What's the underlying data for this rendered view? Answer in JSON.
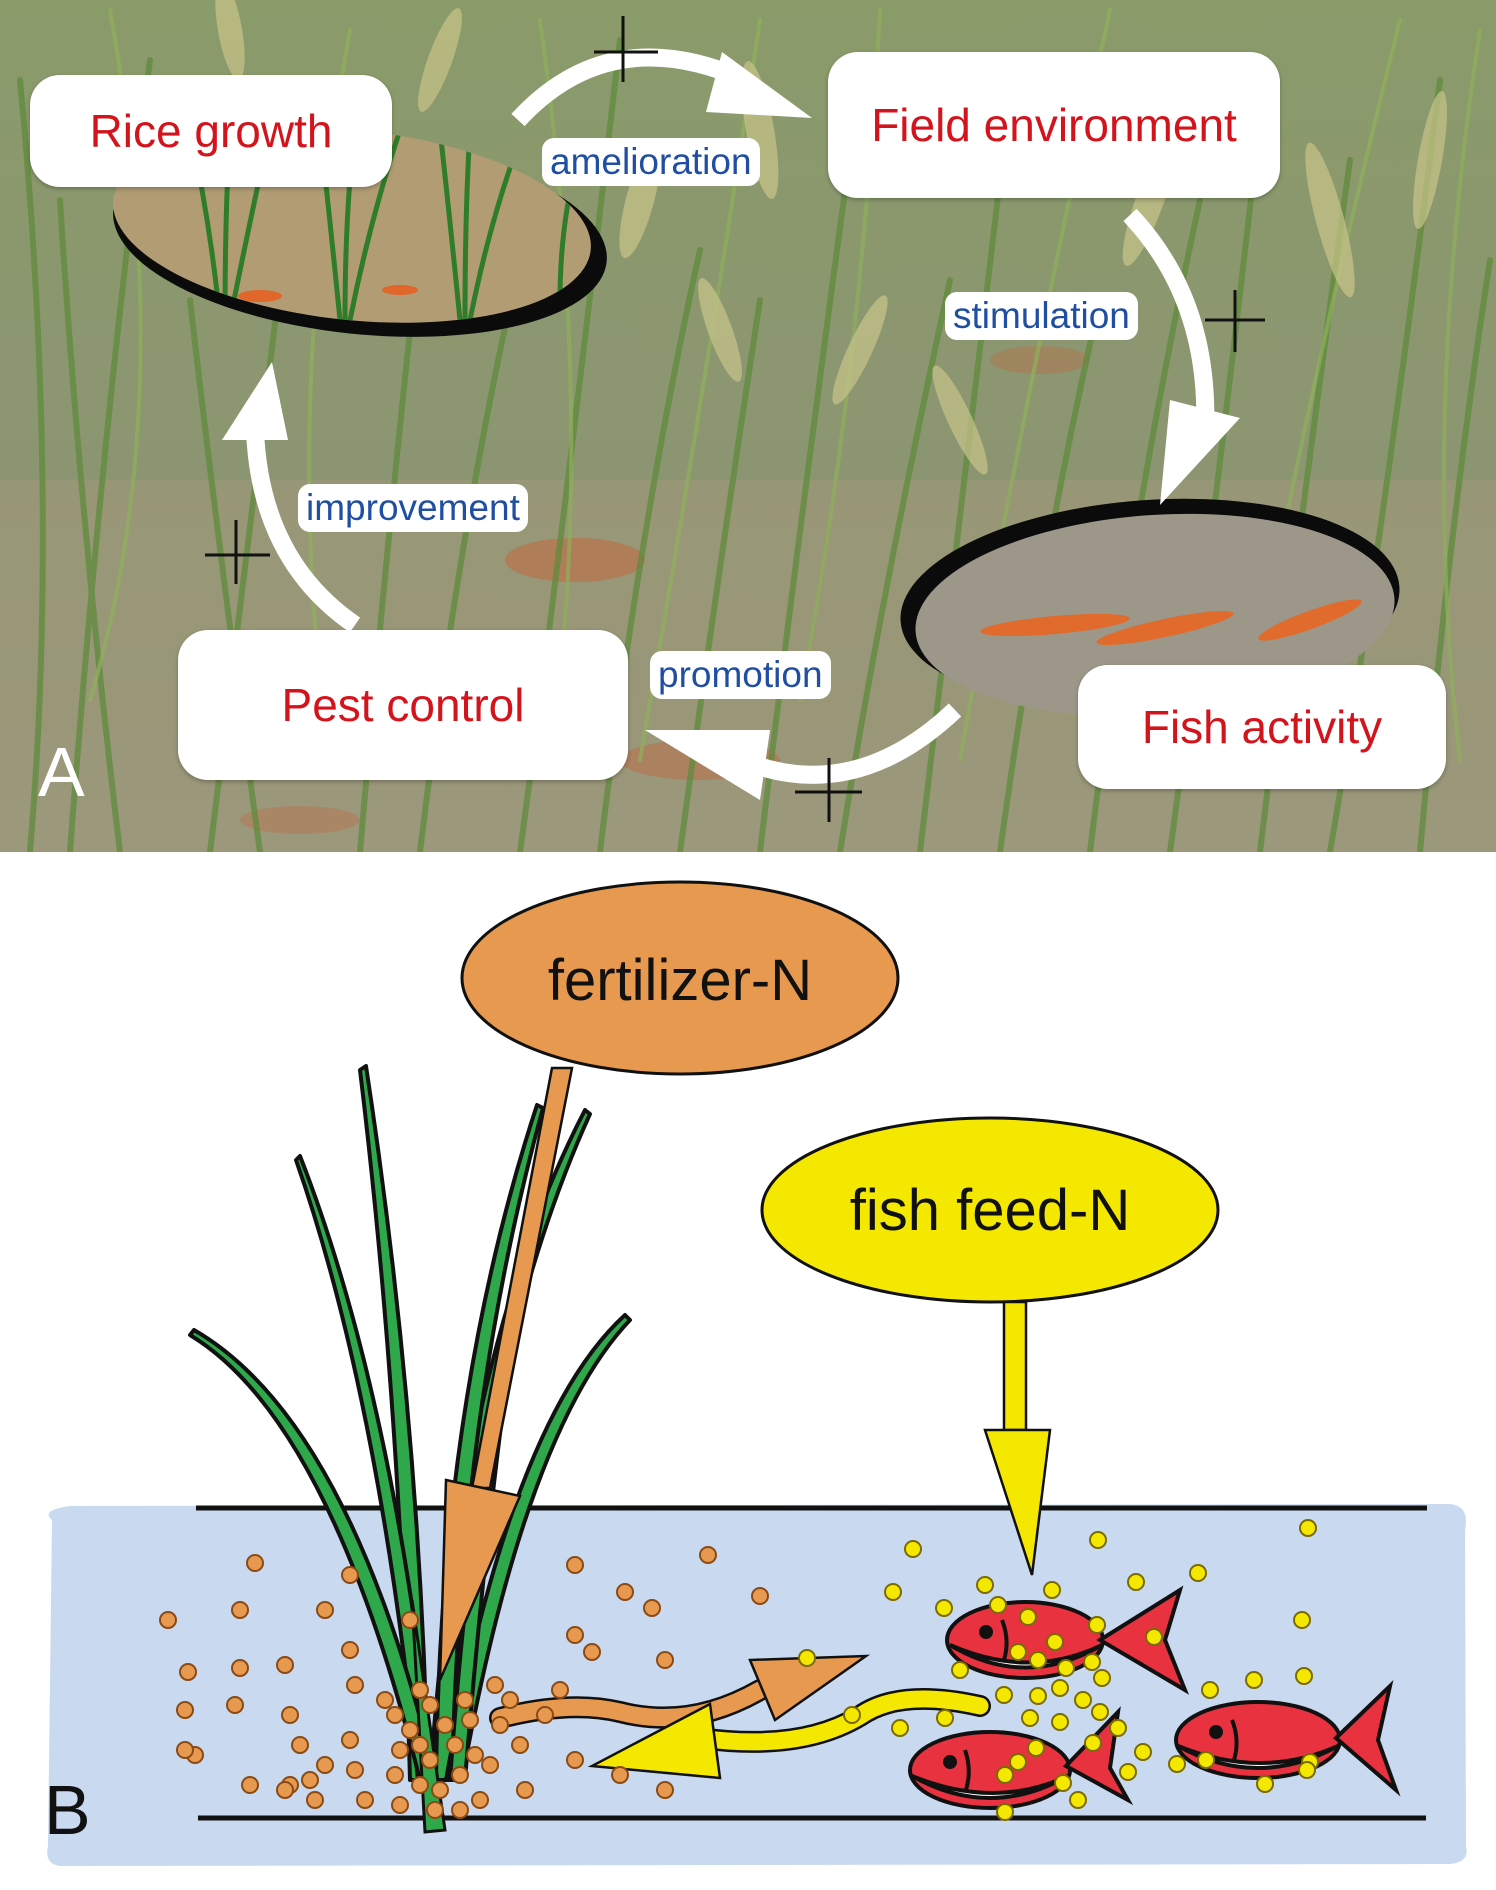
{
  "panel_a": {
    "label": "A",
    "nodes": {
      "rice_growth": "Rice growth",
      "field_environment": "Field environment",
      "fish_activity": "Fish activity",
      "pest_control": "Pest control"
    },
    "relations": {
      "amelioration": "amelioration",
      "stimulation": "stimulation",
      "promotion": "promotion",
      "improvement": "improvement"
    },
    "sign": "+"
  },
  "panel_b": {
    "label": "B",
    "sources": {
      "fertilizer": "fertilizer-N",
      "fish_feed": "fish feed-N"
    }
  },
  "colors": {
    "node_text": "#d4141c",
    "relation_text": "#1f4ea3",
    "fertilizer": "#e6994f",
    "fish_feed": "#f5e800",
    "water": "#c9d9f0",
    "leaf": "#2ea84a",
    "fish_body": "#e8323f"
  }
}
